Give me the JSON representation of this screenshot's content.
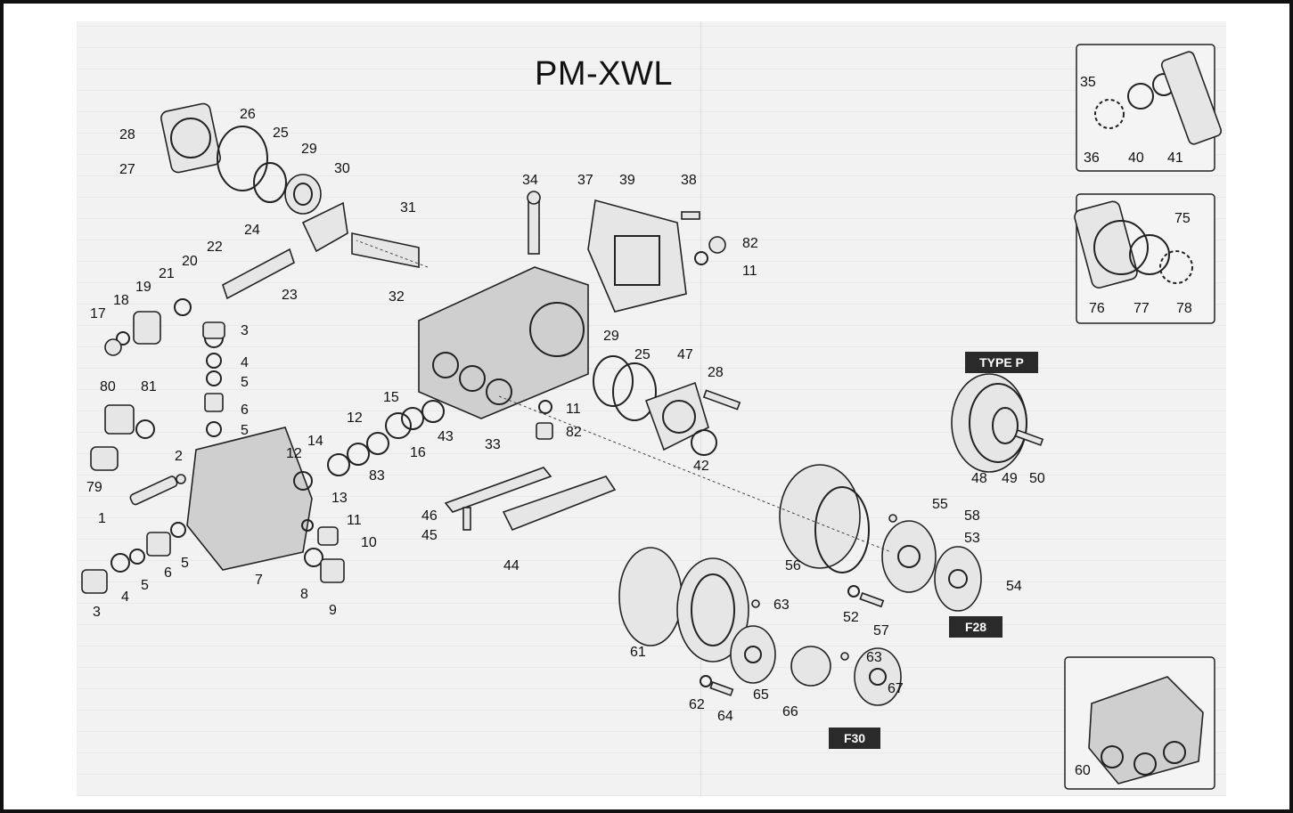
{
  "title": "PM-XWL",
  "tags": {
    "type_p": "TYPE P",
    "f28": "F28",
    "f30": "F30"
  },
  "part_labels": {
    "p1": "1",
    "p2": "2",
    "p3a": "3",
    "p3b": "3",
    "p4a": "4",
    "p4b": "4",
    "p5a": "5",
    "p5b": "5",
    "p5c": "5",
    "p5d": "5",
    "p6a": "6",
    "p6b": "6",
    "p7": "7",
    "p8": "8",
    "p9": "9",
    "p10": "10",
    "p11a": "11",
    "p11b": "11",
    "p11c": "11",
    "p12a": "12",
    "p12b": "12",
    "p13": "13",
    "p14": "14",
    "p15": "15",
    "p16": "16",
    "p17": "17",
    "p18": "18",
    "p19": "19",
    "p20": "20",
    "p21": "21",
    "p22": "22",
    "p23": "23",
    "p24": "24",
    "p25a": "25",
    "p25b": "25",
    "p26": "26",
    "p27": "27",
    "p28a": "28",
    "p28b": "28",
    "p29a": "29",
    "p29b": "29",
    "p30": "30",
    "p31": "31",
    "p32": "32",
    "p33": "33",
    "p34": "34",
    "p35": "35",
    "p36": "36",
    "p37": "37",
    "p38": "38",
    "p39": "39",
    "p40": "40",
    "p41": "41",
    "p42": "42",
    "p43": "43",
    "p44": "44",
    "p45": "45",
    "p46": "46",
    "p47": "47",
    "p48": "48",
    "p49": "49",
    "p50": "50",
    "p52": "52",
    "p53": "53",
    "p54": "54",
    "p55": "55",
    "p56": "56",
    "p57": "57",
    "p58": "58",
    "p60": "60",
    "p61": "61",
    "p62": "62",
    "p63a": "63",
    "p63b": "63",
    "p64": "64",
    "p65": "65",
    "p66": "66",
    "p67": "67",
    "p75": "75",
    "p76": "76",
    "p77": "77",
    "p78": "78",
    "p79": "79",
    "p80": "80",
    "p81": "81",
    "p82a": "82",
    "p82b": "82",
    "p83": "83"
  },
  "colors": {
    "ink": "#111111",
    "tag_bg": "#2a2a2a",
    "sheet_bg": "#f2f2f2"
  }
}
